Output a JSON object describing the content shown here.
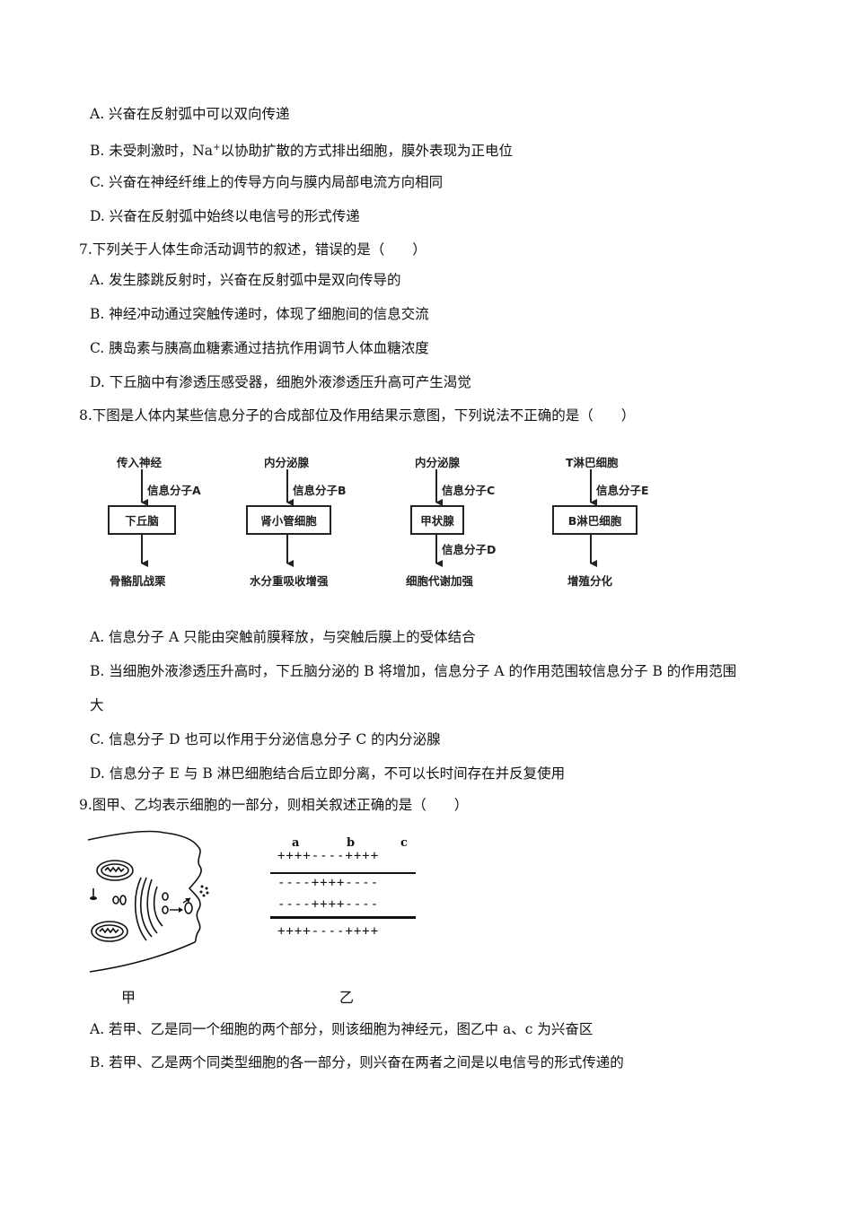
{
  "q6_options": {
    "A": "A. 兴奋在反射弧中可以双向传递",
    "B_pre": "B. 未受刺激时，Na",
    "B_sup": "+",
    "B_post": "以协助扩散的方式排出细胞，膜外表现为正电位",
    "C": "C. 兴奋在神经纤维上的传导方向与膜内局部电流方向相同",
    "D": "D. 兴奋在反射弧中始终以电信号的形式传递"
  },
  "q7": {
    "stem": "7.下列关于人体生命活动调节的叙述，错误的是（　　）",
    "options": {
      "A": "A. 发生膝跳反射时，兴奋在反射弧中是双向传导的",
      "B": "B. 神经冲动通过突触传递时，体现了细胞间的信息交流",
      "C": "C. 胰岛素与胰高血糖素通过拮抗作用调节人体血糖浓度",
      "D": "D. 下丘脑中有渗透压感受器，细胞外液渗透压升高可产生渴觉"
    }
  },
  "q8": {
    "stem": "8.下图是人体内某些信息分子的合成部位及作用结果示意图，下列说法不正确的是（　　）",
    "diagram": [
      {
        "source": "传入神经",
        "signal": "信息分子A",
        "target": "下丘脑",
        "signal2": "",
        "result": "骨骼肌战栗"
      },
      {
        "source": "内分泌腺",
        "signal": "信息分子B",
        "target": "肾小管细胞",
        "signal2": "",
        "result": "水分重吸收增强"
      },
      {
        "source": "内分泌腺",
        "signal": "信息分子C",
        "target": "甲状腺",
        "signal2": "信息分子D",
        "result": "细胞代谢加强"
      },
      {
        "source": "T淋巴细胞",
        "signal": "信息分子E",
        "target": "B淋巴细胞",
        "signal2": "",
        "result": "增殖分化"
      }
    ],
    "options": {
      "A": "A. 信息分子 A 只能由突触前膜释放，与突触后膜上的受体结合",
      "B1": "B. 当细胞外液渗透压升高时，下丘脑分泌的 B 将增加，信息分子 A 的作用范围较信息分子 B 的作用范围",
      "B2": "大",
      "C": "C. 信息分子 D 也可以作用于分泌信息分子 C 的内分泌腺",
      "D": "D. 信息分子 E 与 B 淋巴细胞结合后立即分离，不可以长时间存在并反复使用"
    }
  },
  "q9": {
    "stem": "9.图甲、乙均表示细胞的一部分，则相关叙述正确的是（　　）",
    "figure_jia": {
      "caption": "甲"
    },
    "figure_yi": {
      "caption": "乙",
      "labels": [
        "a",
        "b",
        "c"
      ],
      "row1": "++++----++++",
      "row2": "----++++----",
      "row3": "----++++----",
      "row4": "++++----++++"
    },
    "options": {
      "A": "A. 若甲、乙是同一个细胞的两个部分，则该细胞为神经元，图乙中 a、c 为兴奋区",
      "B": "B. 若甲、乙是两个同类型细胞的各一部分，则兴奋在两者之间是以电信号的形式传递的"
    }
  }
}
